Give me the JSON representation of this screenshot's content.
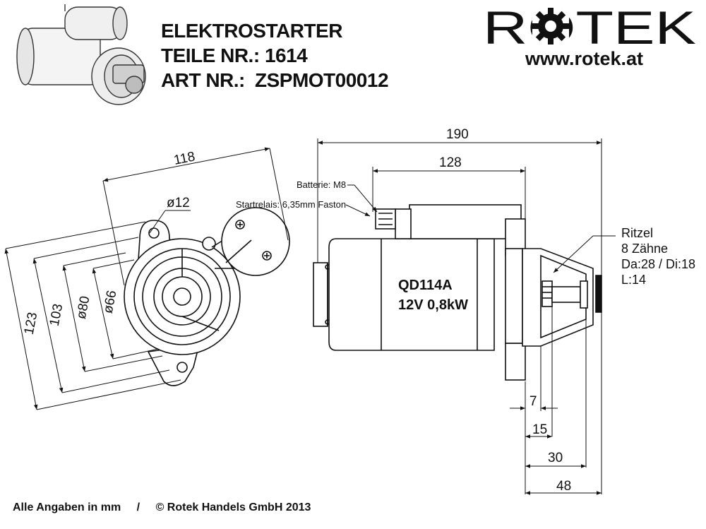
{
  "header": {
    "title": "ELEKTROSTARTER",
    "teile_label": "TEILE NR.: 1614",
    "art_label": "ART NR.:",
    "art_value": "ZSPMOT00012"
  },
  "brand": {
    "logo_text": "ROTEK",
    "website": "www.rotek.at"
  },
  "front_view": {
    "dim_118": "118",
    "dim_hole": "ø12",
    "dim_123": "123",
    "dim_103": "103",
    "dim_80": "ø80",
    "dim_66": "ø66",
    "relay_label": "Startrelais: 6,35mm Faston"
  },
  "side_view": {
    "dim_190": "190",
    "dim_128": "128",
    "battery_label": "Batterie: M8",
    "model": "QD114A",
    "spec": "12V 0,8kW",
    "ritzel": [
      "Ritzel",
      "8 Zähne",
      "Da:28 / Di:18",
      "L:14"
    ],
    "dim_7": "7",
    "dim_15": "15",
    "dim_30": "30",
    "dim_48": "48"
  },
  "footer": {
    "units": "Alle Angaben in mm",
    "separator": "/",
    "copyright": "© Rotek Handels GmbH 2013"
  },
  "colors": {
    "line": "#111111",
    "background": "#ffffff"
  },
  "icons": [
    "gear-icon",
    "starter-photo"
  ]
}
